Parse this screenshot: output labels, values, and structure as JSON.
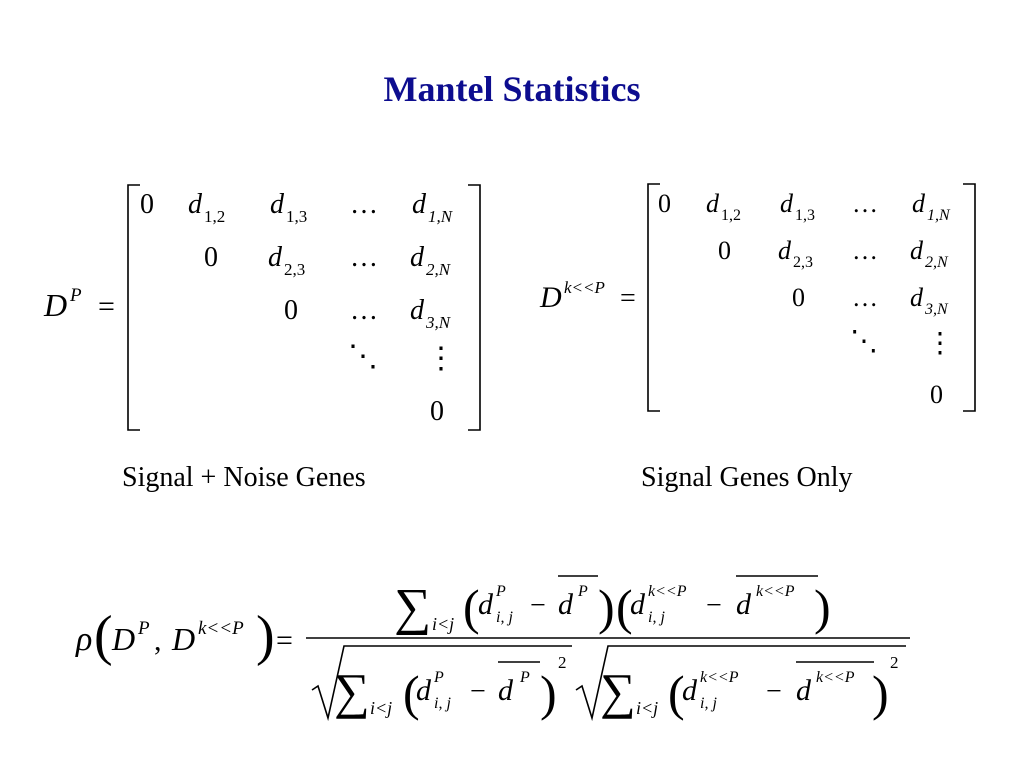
{
  "slide": {
    "title": "Mantel Statistics"
  },
  "left_matrix": {
    "symbol": "D",
    "superscript": "P",
    "caption": "Signal + Noise Genes",
    "entry_symbol": "d",
    "subscripts": {
      "s12": "1,2",
      "s13": "1,3",
      "s1N": "1,N",
      "s23": "2,3",
      "s2N": "2,N",
      "s3N": "3,N"
    }
  },
  "right_matrix": {
    "symbol": "D",
    "superscript": "k<<P",
    "caption": "Signal Genes Only",
    "entry_symbol": "d",
    "subscripts": {
      "s12": "1,2",
      "s13": "1,3",
      "s1N": "1,N",
      "s23": "2,3",
      "s2N": "2,N",
      "s3N": "3,N"
    }
  },
  "formula": {
    "rho": "ρ",
    "sum_index": "i<j",
    "entry_index": "i, j",
    "sup_p": "P",
    "sup_k": "k<<P",
    "squared": "2"
  },
  "glyphs": {
    "zero": "0",
    "dots": "…",
    "ddots": "⋱",
    "vdots": "⋮",
    "equals": "=",
    "minus": "−",
    "comma": ",",
    "sum": "∑",
    "lparen": "(",
    "rparen": ")"
  }
}
